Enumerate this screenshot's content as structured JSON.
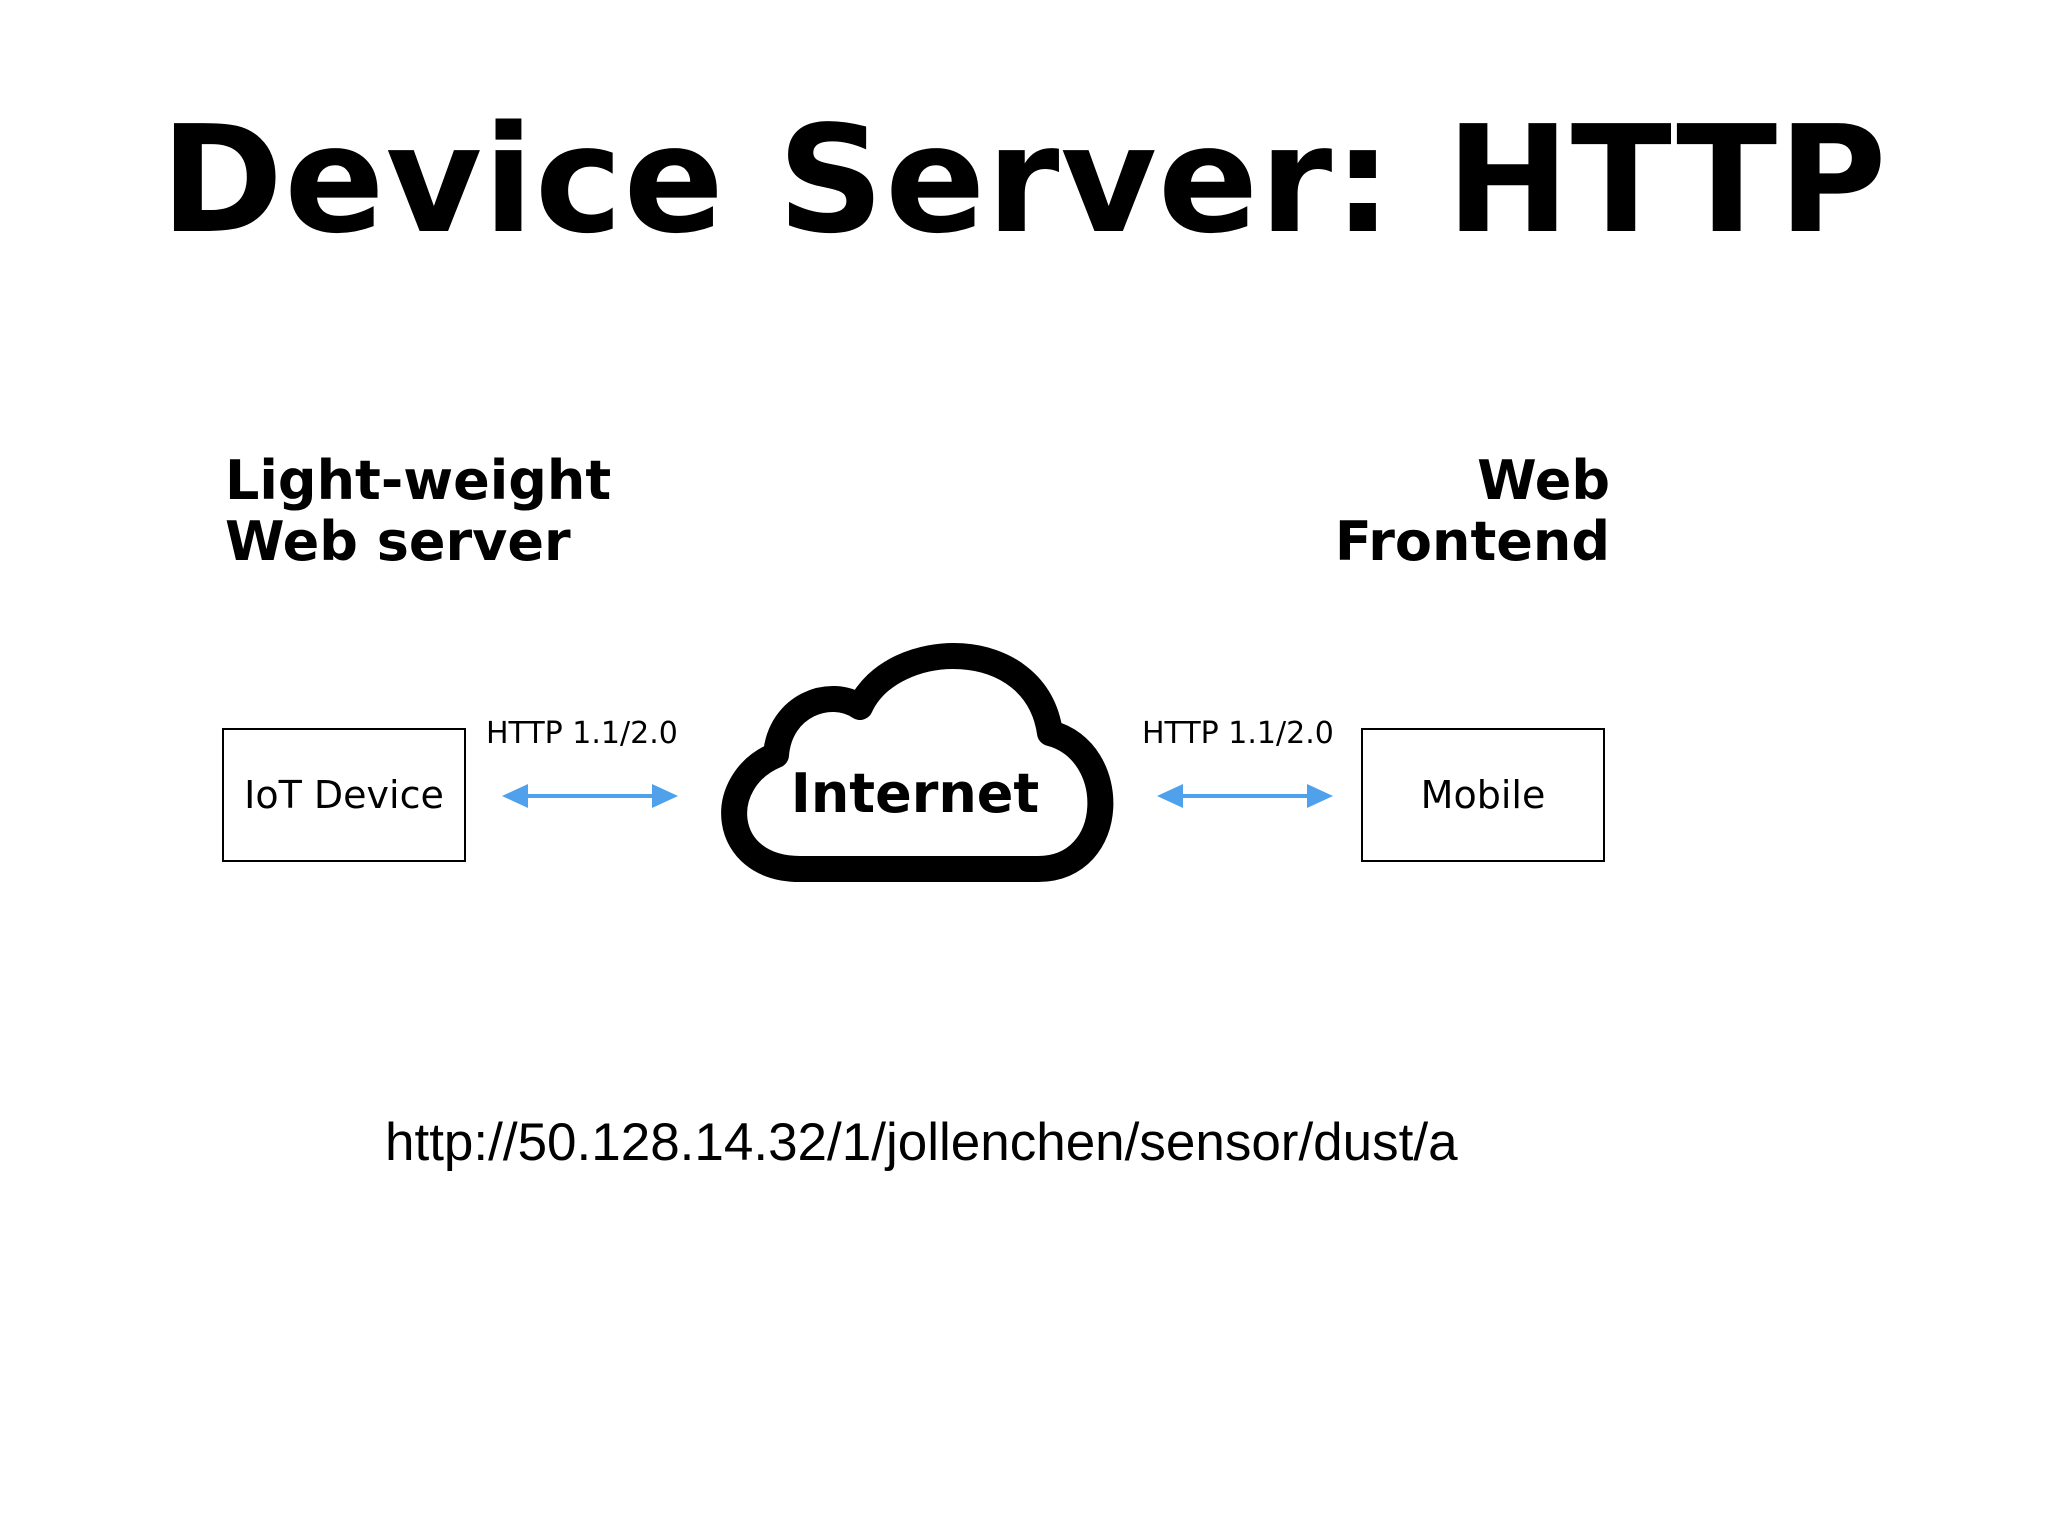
{
  "title": "Device Server: HTTP",
  "left_heading": {
    "line1": "Light-weight",
    "line2": "Web server"
  },
  "right_heading": {
    "line1": "Web",
    "line2": "Frontend"
  },
  "nodes": {
    "device": "IoT Device",
    "internet": "Internet",
    "mobile": "Mobile"
  },
  "links": {
    "left_protocol": "HTTP 1.1/2.0",
    "right_protocol": "HTTP 1.1/2.0"
  },
  "url": "http://50.128.14.32/1/jollenchen/sensor/dust/a",
  "colors": {
    "arrow": "#4ea1ea",
    "text": "#000000",
    "background": "#ffffff"
  },
  "icons": [
    "cloud-icon",
    "double-arrow-icon"
  ]
}
